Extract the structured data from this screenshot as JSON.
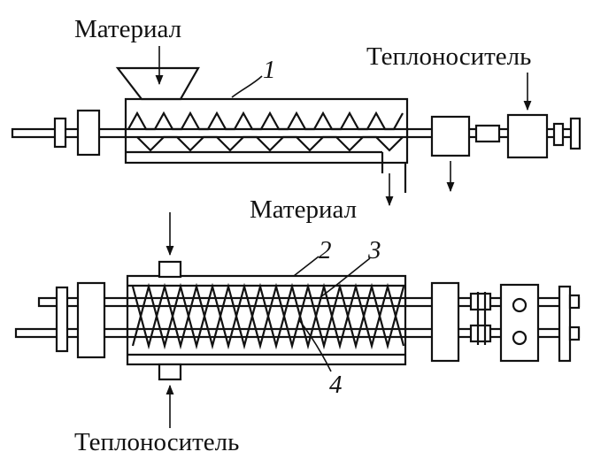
{
  "labels": {
    "material_in": "Материал",
    "material_out": "Материал",
    "coolant_top": "Теплоноситель",
    "coolant_bottom": "Теплоноситель"
  },
  "callouts": {
    "c1": "1",
    "c2": "2",
    "c3": "3",
    "c4": "4"
  }
}
